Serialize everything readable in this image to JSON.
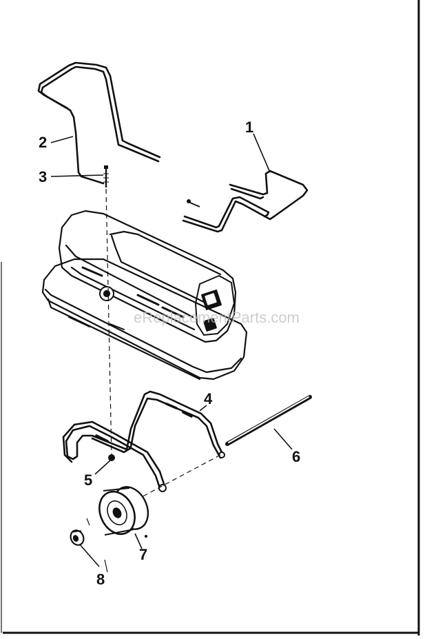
{
  "diagram": {
    "type": "exploded-parts-diagram",
    "watermark": "eReplacementParts.com",
    "colors": {
      "ink": "#111111",
      "paper": "#ffffff",
      "watermark": "#bdbdbd"
    },
    "callouts": [
      {
        "id": "1",
        "label": "1",
        "part": "upper handle wire (right)"
      },
      {
        "id": "2",
        "label": "2",
        "part": "upper handle wire (left)"
      },
      {
        "id": "3",
        "label": "3",
        "part": "screw"
      },
      {
        "id": "4",
        "label": "4",
        "part": "wheel frame"
      },
      {
        "id": "5",
        "label": "5",
        "part": "nut"
      },
      {
        "id": "6",
        "label": "6",
        "part": "axle"
      },
      {
        "id": "7",
        "label": "7",
        "part": "wheel"
      },
      {
        "id": "8",
        "label": "8",
        "part": "hub cap"
      }
    ]
  }
}
